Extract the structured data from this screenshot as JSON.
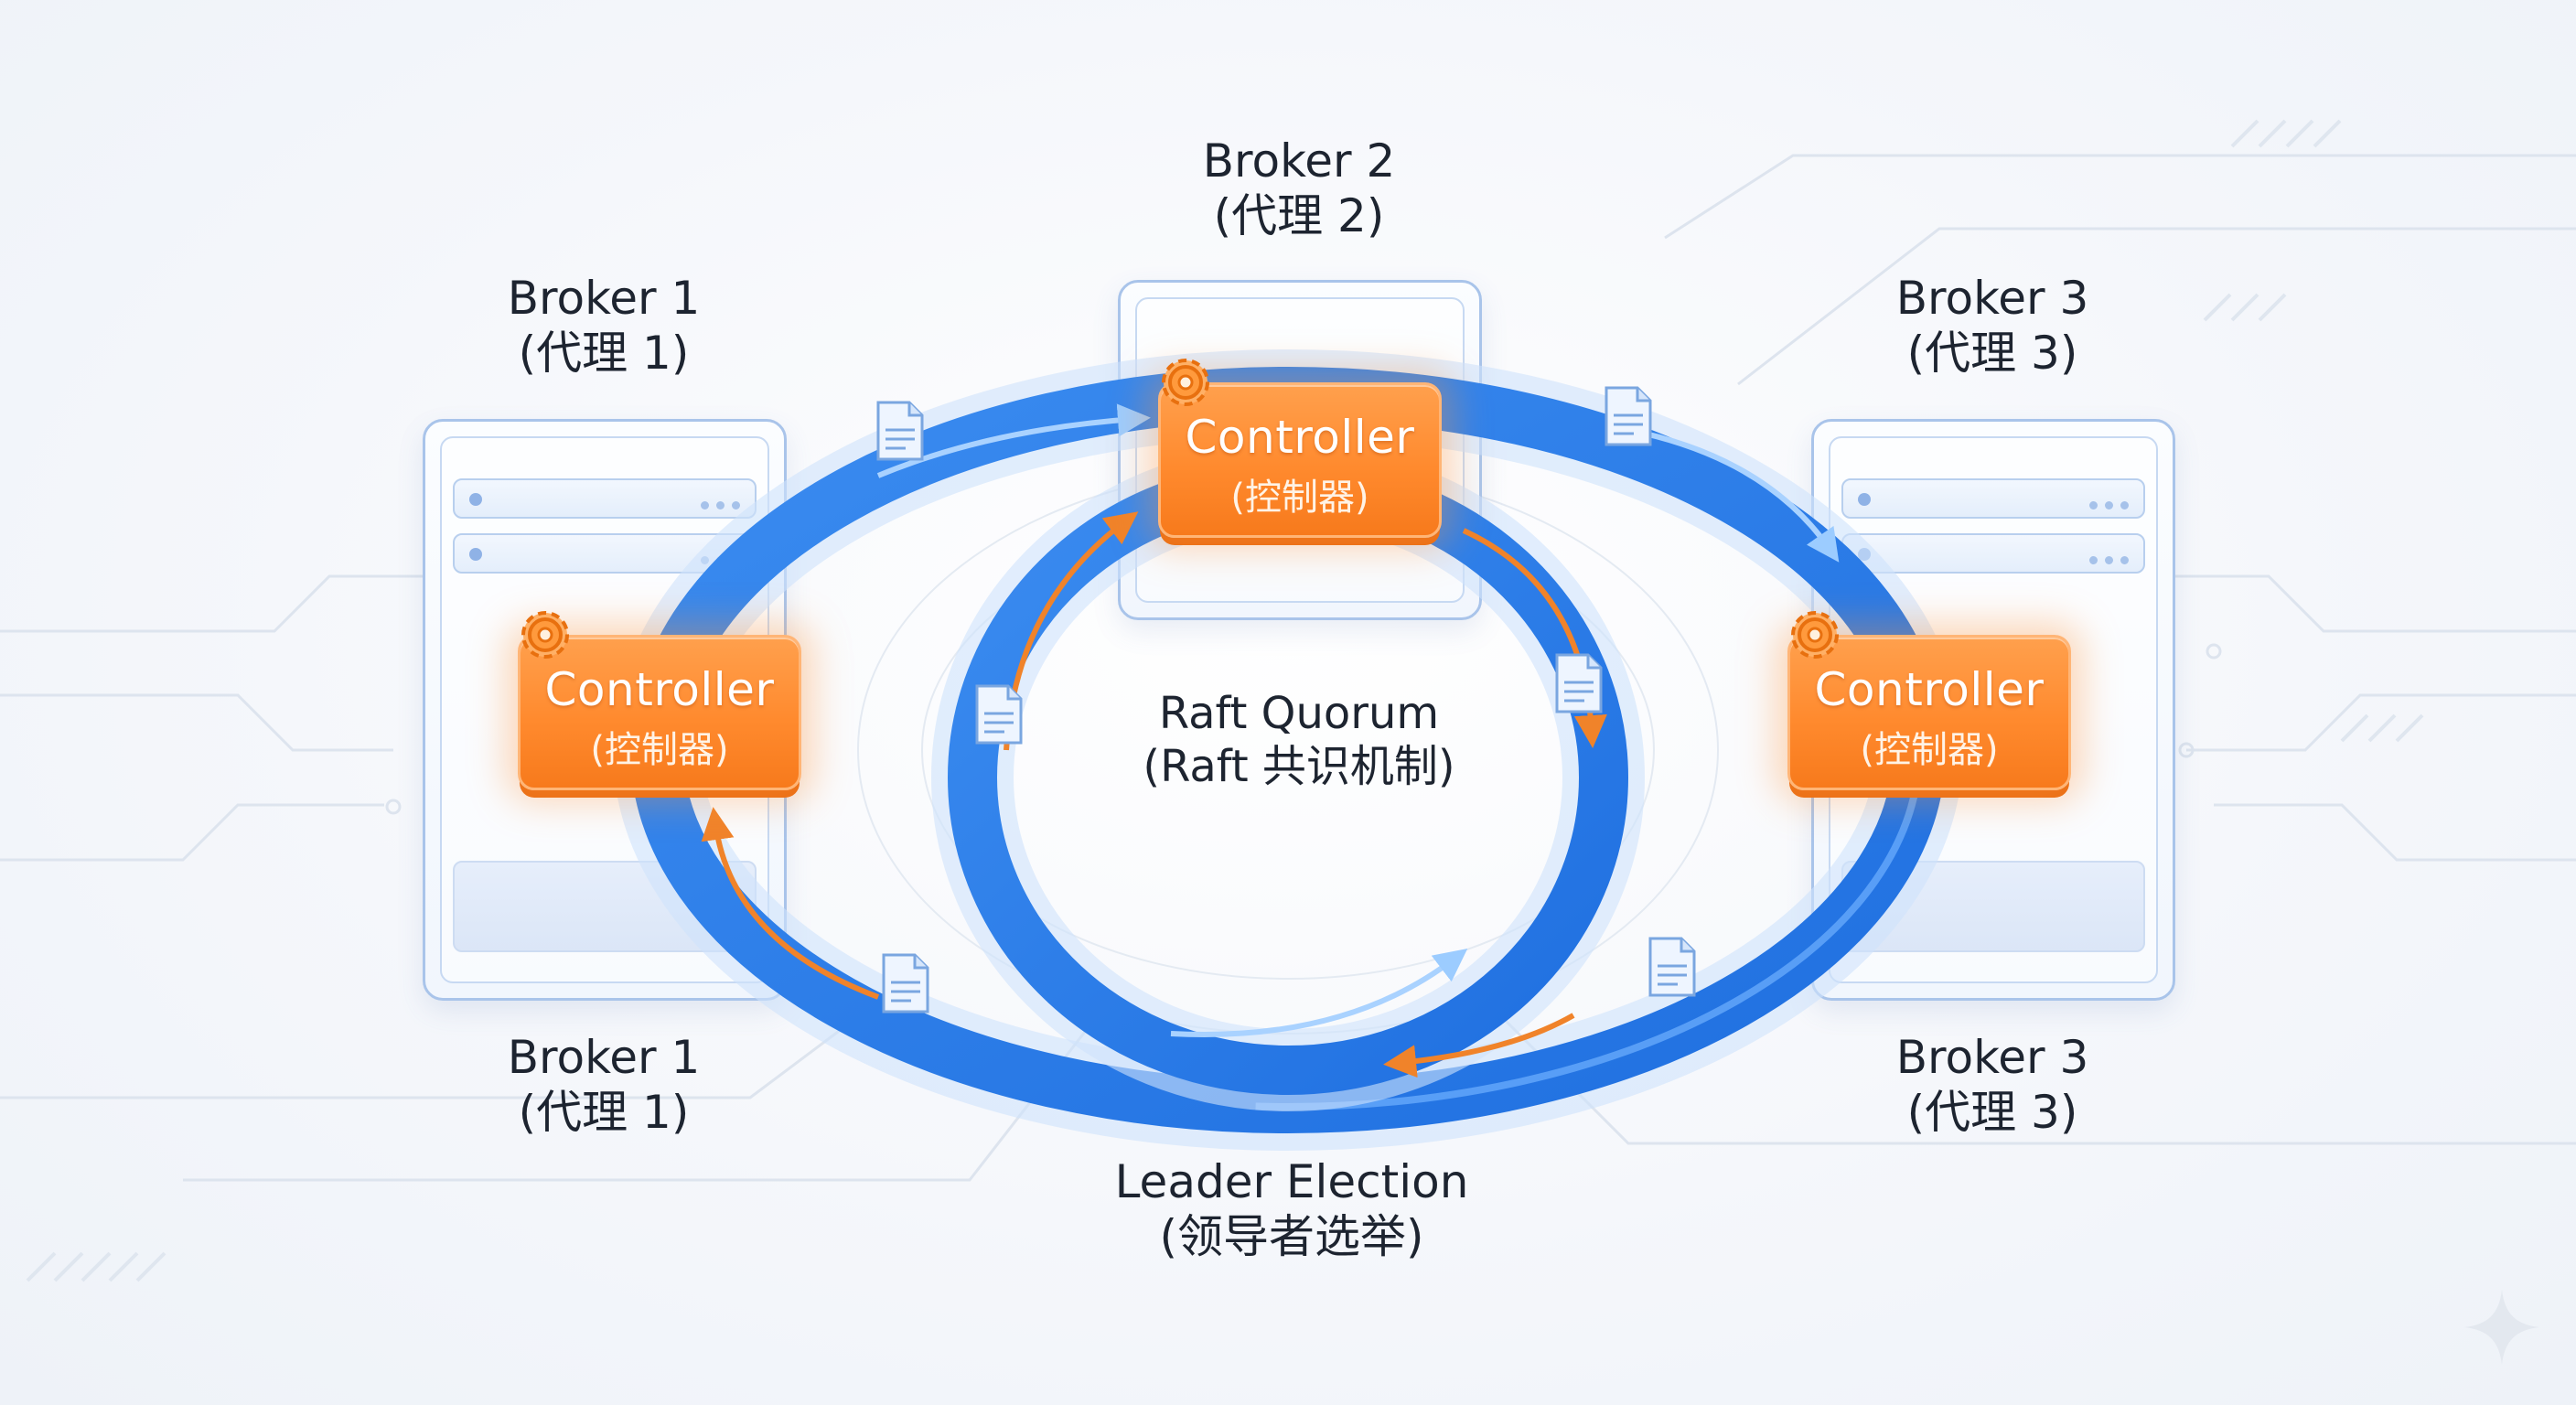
{
  "brokers": {
    "top_left": {
      "title": "Broker 1",
      "subtitle": "(代理 1)"
    },
    "bottom_left": {
      "title": "Broker 1",
      "subtitle": "(代理 1)"
    },
    "top_center": {
      "title": "Broker 2",
      "subtitle": "(代理 2)"
    },
    "top_right": {
      "title": "Broker 3",
      "subtitle": "(代理 3)"
    },
    "bottom_right": {
      "title": "Broker 3",
      "subtitle": "(代理 3)"
    }
  },
  "controllers": [
    {
      "title": "Controller",
      "subtitle": "(控制器)"
    },
    {
      "title": "Controller",
      "subtitle": "(控制器)"
    },
    {
      "title": "Controller",
      "subtitle": "(控制器)"
    }
  ],
  "center": {
    "title": "Raft Quorum",
    "subtitle": "(Raft 共识机制)"
  },
  "election": {
    "title": "Leader Election",
    "subtitle": "(领导者选举)"
  },
  "colors": {
    "ring_blue": "#2b7de9",
    "ring_light": "#6fb0ff",
    "controller_orange": "#ff8a2e",
    "arrow_orange": "#f0832a",
    "server_border": "#a9c4ea"
  },
  "icons": [
    "gear-icon",
    "document-icon",
    "sparkle-icon"
  ]
}
